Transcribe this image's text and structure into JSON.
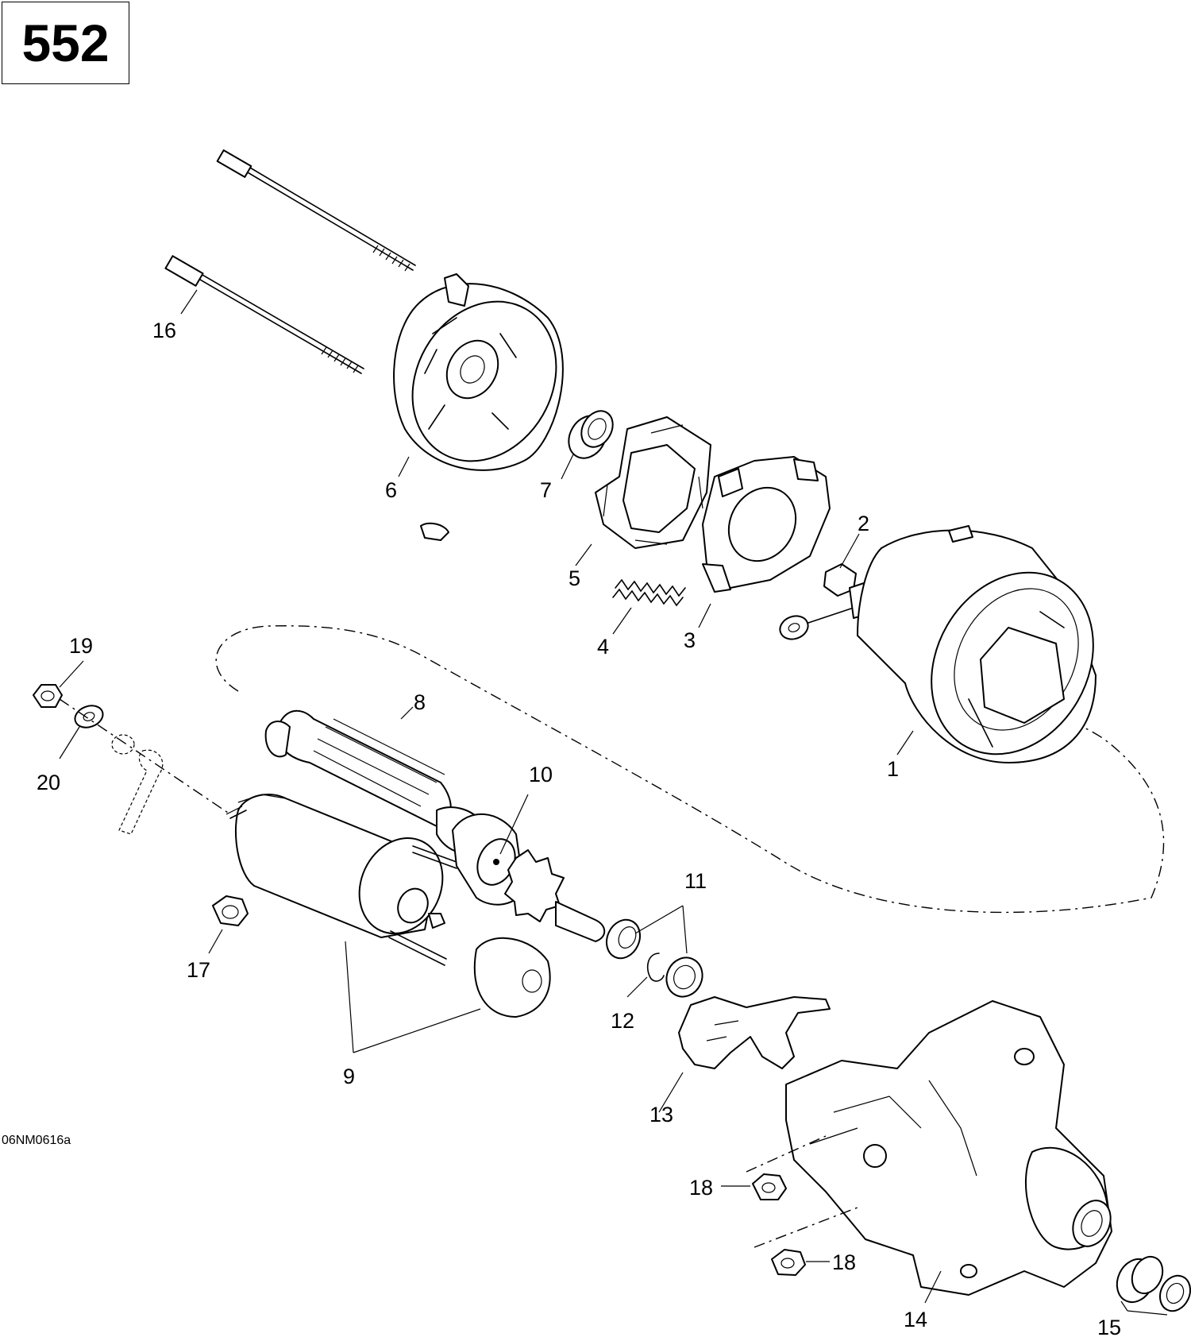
{
  "page": {
    "number": "552"
  },
  "drawing": {
    "code": "06NM0616a"
  },
  "callouts": [
    {
      "id": "c1",
      "label": "1"
    },
    {
      "id": "c2",
      "label": "2"
    },
    {
      "id": "c3",
      "label": "3"
    },
    {
      "id": "c4",
      "label": "4"
    },
    {
      "id": "c5",
      "label": "5"
    },
    {
      "id": "c6",
      "label": "6"
    },
    {
      "id": "c7",
      "label": "7"
    },
    {
      "id": "c8",
      "label": "8"
    },
    {
      "id": "c9",
      "label": "9"
    },
    {
      "id": "c10",
      "label": "10"
    },
    {
      "id": "c11",
      "label": "11"
    },
    {
      "id": "c12",
      "label": "12"
    },
    {
      "id": "c13",
      "label": "13"
    },
    {
      "id": "c14",
      "label": "14"
    },
    {
      "id": "c15",
      "label": "15"
    },
    {
      "id": "c16",
      "label": "16"
    },
    {
      "id": "c17",
      "label": "17"
    },
    {
      "id": "c18a",
      "label": "18"
    },
    {
      "id": "c18b",
      "label": "18"
    },
    {
      "id": "c19",
      "label": "19"
    },
    {
      "id": "c20",
      "label": "20"
    }
  ]
}
